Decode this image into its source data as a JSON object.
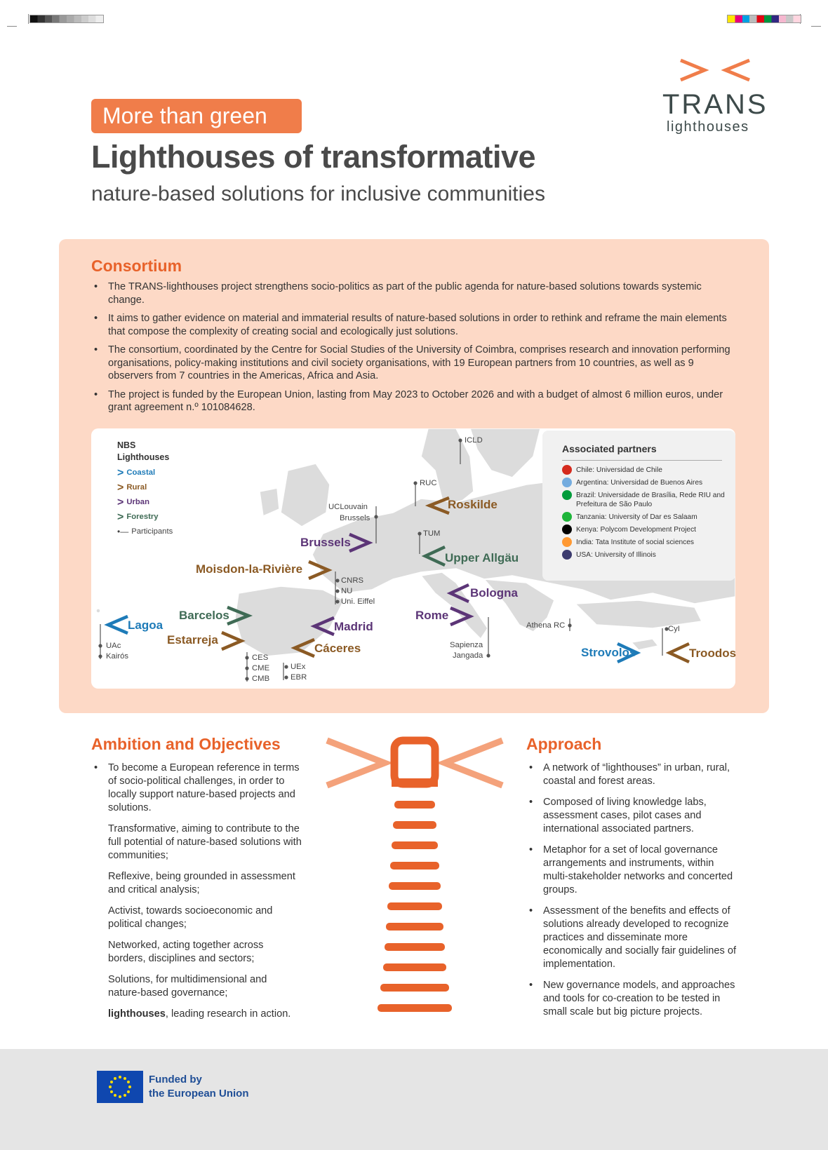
{
  "header": {
    "tag": "More than green",
    "title": "Lighthouses of transformative",
    "subtitle": "nature-based solutions for inclusive communities",
    "logo_word": "TRANS",
    "logo_sub": "lighthouses"
  },
  "consortium": {
    "heading": "Consortium",
    "bullets": [
      "The TRANS-lighthouses project strengthens socio-politics as part of the public agenda for nature-based solutions towards systemic change.",
      "It aims to gather evidence on material and immaterial results of nature-based solutions in order to rethink and reframe the main elements that compose the complexity of creating social and ecologically just solutions.",
      "The consortium, coordinated by the Centre for Social Studies of the University of Coimbra, comprises research and innovation performing organisations, policy-making institutions and civil society organisations, with 19 European partners from 10 countries, as well as 9 observers from 7 countries in the Americas, Africa and Asia.",
      "The project is funded by the European Union, lasting from May 2023 to October 2026 and with a budget of almost 6 million euros, under grant agreement n.º 101084628."
    ]
  },
  "legend": {
    "heading_1": "NBS",
    "heading_2": "Lighthouses",
    "coastal": "Coastal",
    "rural": "Rural",
    "urban": "Urban",
    "forestry": "Forestry",
    "participants": "Participants"
  },
  "colors": {
    "coastal": "#1e7bb8",
    "rural": "#8b5a24",
    "urban": "#5c3577",
    "forestry": "#3f6b55",
    "accent": "#e8622a"
  },
  "map": {
    "lighthouses": {
      "roskilde": "Roskilde",
      "brussels": "Brussels",
      "upper_allgau": "Upper Allgäu",
      "moisdon": "Moisdon-la-Rivière",
      "bologna": "Bologna",
      "barcelos": "Barcelos",
      "rome": "Rome",
      "lagoa": "Lagoa",
      "madrid": "Madrid",
      "estarreja": "Estarreja",
      "caceres": "Cáceres",
      "strovolos": "Strovolos",
      "troodos": "Troodos"
    },
    "participants": {
      "icld": "ICLD",
      "ruc": "RUC",
      "uclouvain": "UCLouvain",
      "brussels": "Brussels",
      "tum": "TUM",
      "cnrs": "CNRS",
      "nu": "NU",
      "uni_eiffel": "Uni. Eiffel",
      "athena": "Athena RC",
      "cyl": "CyI",
      "uac": "UAc",
      "kairos": "Kairós",
      "ces": "CES",
      "cme": "CME",
      "cmb": "CMB",
      "uex": "UEx",
      "ebr": "EBR",
      "sapienza": "Sapienza",
      "jangada": "Jangada"
    }
  },
  "partners": {
    "heading": "Associated partners",
    "items": [
      {
        "label": "Chile: Universidad de Chile",
        "flag": "#d52b1e"
      },
      {
        "label": "Argentina: Universidad de Buenos Aires",
        "flag": "#74acdf"
      },
      {
        "label": "Brazil: Universidade de Brasília, Rede RIU and Prefeitura de São Paulo",
        "flag": "#009c3b"
      },
      {
        "label": "Tanzania: University of Dar es Salaam",
        "flag": "#1eb53a"
      },
      {
        "label": "Kenya: Polycom Development Project",
        "flag": "#000000"
      },
      {
        "label": "India: Tata Institute of social sciences",
        "flag": "#ff9933"
      },
      {
        "label": "USA: University of Illinois",
        "flag": "#3c3b6e"
      }
    ]
  },
  "ambition": {
    "heading": "Ambition and Objectives",
    "intro": "To become a European reference in terms of socio-political challenges, in order to locally support nature-based projects and solutions.",
    "items": [
      "Transformative, aiming to contribute to the full potential of nature-based solutions with communities;",
      "Reflexive, being grounded in assessment and critical analysis;",
      "Activist, towards socioeconomic and political changes;",
      "Networked, acting together across borders, disciplines and sectors;",
      "Solutions, for multidimensional and nature-based governance;"
    ],
    "last_bold": "lighthouses",
    "last_rest": ", leading research in action."
  },
  "approach": {
    "heading": "Approach",
    "items": [
      "A network of “lighthouses” in urban, rural, coastal and forest areas.",
      "Composed of living knowledge labs, assessment cases, pilot cases and international associated partners.",
      "Metaphor for a set of local governance arrangements and instruments, within multi-stakeholder networks and concerted groups.",
      "Assessment of the benefits and effects of solutions already developed to recognize practices and disseminate more economically and socially fair guidelines of implementation.",
      "New governance models, and approaches and tools for co-creation to be tested in small scale but big picture projects."
    ]
  },
  "footer": {
    "funded_1": "Funded by",
    "funded_2": "the European Union"
  }
}
